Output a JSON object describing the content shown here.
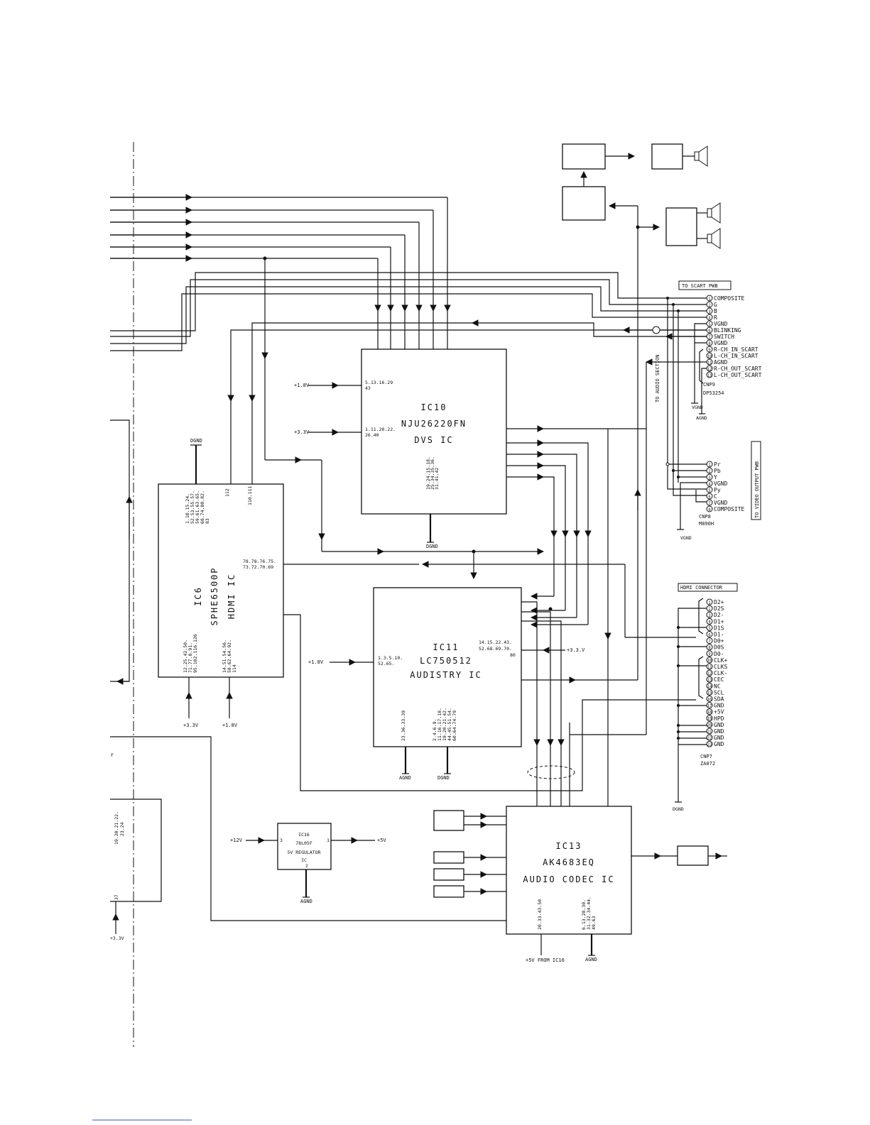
{
  "scart": {
    "header": "TO SCART PWB",
    "pins": [
      {
        "num": "1",
        "label": "COMPOSITE"
      },
      {
        "num": "2",
        "label": "G"
      },
      {
        "num": "3",
        "label": "B"
      },
      {
        "num": "4",
        "label": "R"
      },
      {
        "num": "5",
        "label": "VGND"
      },
      {
        "num": "6",
        "label": "BLINKING"
      },
      {
        "num": "7",
        "label": "SWITCH"
      },
      {
        "num": "8",
        "label": "VGND"
      },
      {
        "num": "9",
        "label": "R-CH_IN_SCART"
      },
      {
        "num": "10",
        "label": "L-CH_IN_SCART"
      },
      {
        "num": "11",
        "label": "AGND"
      },
      {
        "num": "12",
        "label": "R-CH_OUT_SCART"
      },
      {
        "num": "13",
        "label": "L-CH_OUT_SCART"
      }
    ],
    "connector": "CNP9",
    "part": "DP53254",
    "vgnd": "VGND",
    "agnd": "AGND"
  },
  "audio_section": "TO AUDIO SECTION",
  "video_out": {
    "header": "TO VIDEO OUTPUT PWB",
    "pins": [
      {
        "num": "1",
        "label": "Pr"
      },
      {
        "num": "2",
        "label": "Pb"
      },
      {
        "num": "3",
        "label": "Y"
      },
      {
        "num": "4",
        "label": "VGND"
      },
      {
        "num": "5",
        "label": "Py"
      },
      {
        "num": "6",
        "label": "C"
      },
      {
        "num": "7",
        "label": "VGND"
      },
      {
        "num": "8",
        "label": "COMPOSITE"
      }
    ],
    "connector": "CNP8",
    "part": "M890H",
    "gnd": "VGND"
  },
  "hdmi": {
    "header": "HDMI CONNECTOR",
    "pins": [
      {
        "num": "1",
        "label": "D2+"
      },
      {
        "num": "2",
        "label": "D2S"
      },
      {
        "num": "3",
        "label": "D2-"
      },
      {
        "num": "4",
        "label": "D1+"
      },
      {
        "num": "5",
        "label": "D1S"
      },
      {
        "num": "6",
        "label": "D1-"
      },
      {
        "num": "7",
        "label": "D0+"
      },
      {
        "num": "8",
        "label": "D0S"
      },
      {
        "num": "9",
        "label": "D0-"
      },
      {
        "num": "10",
        "label": "CLK+"
      },
      {
        "num": "11",
        "label": "CLKS"
      },
      {
        "num": "12",
        "label": "CLK-"
      },
      {
        "num": "13",
        "label": "CEC"
      },
      {
        "num": "14",
        "label": "NC"
      },
      {
        "num": "15",
        "label": "SCL"
      },
      {
        "num": "16",
        "label": "SDA"
      },
      {
        "num": "17",
        "label": "GND"
      },
      {
        "num": "18",
        "label": "+5V"
      },
      {
        "num": "19",
        "label": "HPD"
      },
      {
        "num": "20",
        "label": "GND"
      },
      {
        "num": "21",
        "label": "GND"
      },
      {
        "num": "22",
        "label": "GND"
      },
      {
        "num": "23",
        "label": "GND"
      }
    ],
    "connector": "CNP7",
    "part": "ZA072",
    "gnd": "DGND"
  },
  "ic10": {
    "lines": [
      "IC10",
      "NJU26220FN",
      "DVS IC"
    ],
    "pins_a": [
      "5.13.16.29",
      "43"
    ],
    "pins_b": [
      "1.11.20.22.",
      "26.40"
    ],
    "pins_gnd": [
      "19.24.15.18.",
      "25.34.35.36.",
      "31.41.42"
    ],
    "supply_a": "+1.8V",
    "supply_b": "+3.3V",
    "gnd": "DGND"
  },
  "ic6": {
    "lines": [
      "IC6",
      "SPHE6500P",
      "HDMI IC"
    ],
    "pins_top": [
      "1.10.15.24.",
      "52.53.55.57.",
      "59.61.63.65.",
      "68.74.80.82.",
      "83"
    ],
    "pins_top2": [
      "112"
    ],
    "pins_top3": [
      "110.111"
    ],
    "pins_right": [
      "78.78.76.75.",
      "73.72.70.69"
    ],
    "pins_bottom_a": [
      "12.25.42.50.",
      "71.77.8.91.",
      "95.102.116.126"
    ],
    "pins_bottom_b": [
      "14.51.54.56.",
      "58.62.64.92.",
      "114"
    ],
    "supply_a": "+3.3V",
    "supply_b": "+1.8V",
    "gnd": "DGND"
  },
  "ic11": {
    "lines": [
      "IC11",
      "LC750512",
      "AUDISTRY IC"
    ],
    "pins_left": [
      "1.3.5.10.",
      "52.65."
    ],
    "pins_right": [
      "14.15.22.43.",
      "52.68.69.70.",
      "80"
    ],
    "pins_agnd": [
      "23.36.33.39"
    ],
    "pins_dgnd": [
      "2.4.6.9.",
      "11.16.17.18.",
      "19.20.21.42.",
      "44.45.51.54.",
      "60.64.74.79"
    ],
    "supply_left": "+1.8V",
    "supply_right": "+3.3.V",
    "agnd": "AGND",
    "dgnd": "DGND"
  },
  "ic16": {
    "lines": [
      "IC16",
      "78L05F",
      "5V REGULATOR",
      "IC"
    ],
    "pin_in": "3",
    "pin_out": "1",
    "pin_gnd": "2",
    "input": "+12V",
    "output": "+5V",
    "gnd": "AGND"
  },
  "ic13": {
    "lines": [
      "IC13",
      "AK4683EQ",
      "AUDIO CODEC IC"
    ],
    "pins_a": [
      "20.33.43.50"
    ],
    "pins_b": [
      "6.13.28.30.",
      "31.32.34.44.",
      "49.63"
    ],
    "supply": "+5V FROM IC16",
    "gnd": "AGND"
  },
  "left_edge": {
    "pins_a": [
      "19.20.21.22.",
      "23.24"
    ],
    "pin_b": "37",
    "supply": "+3.3V",
    "tick": "F"
  }
}
